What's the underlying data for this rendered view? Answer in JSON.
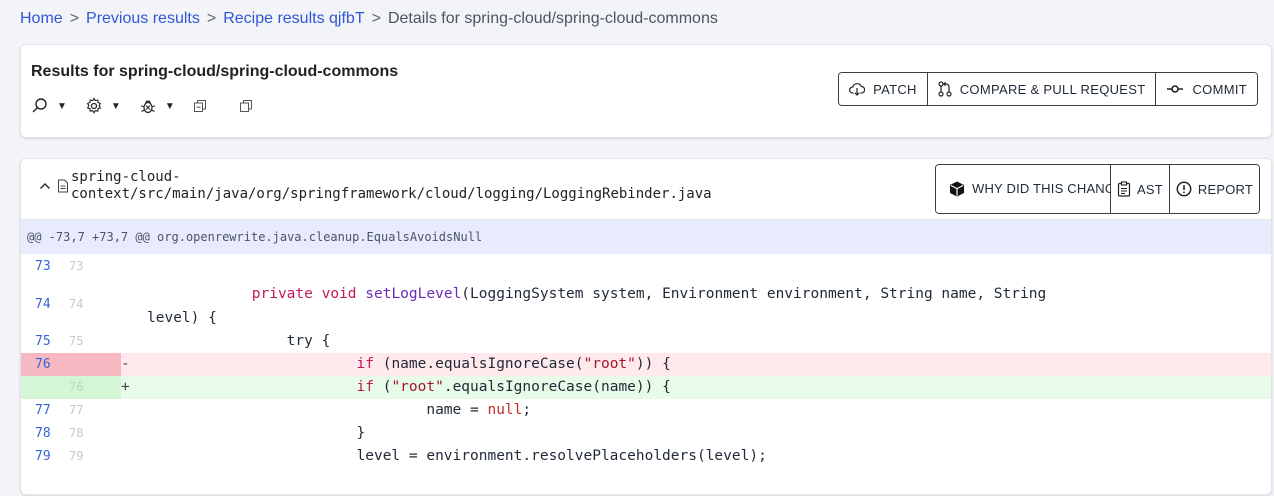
{
  "breadcrumb": {
    "home": "Home",
    "previous": "Previous results",
    "recipe": "Recipe results qjfbT",
    "current": "Details for spring-cloud/spring-cloud-commons",
    "sep": ">"
  },
  "results": {
    "title": "Results for spring-cloud/spring-cloud-commons",
    "tools": [
      "search-icon",
      "gear-icon",
      "bug-icon",
      "copy-icon",
      "copy-icon"
    ]
  },
  "actions": {
    "patch": "PATCH",
    "compare": "COMPARE & PULL REQUEST",
    "commit": "COMMIT"
  },
  "file": {
    "path_line1": "spring-cloud-",
    "path_line2": "context/src/main/java/org/springframework/cloud/logging/LoggingRebinder.java",
    "why": "WHY DID THIS CHANGE?",
    "ast": "AST",
    "report": "REPORT"
  },
  "hunk": {
    "header": "@@ -73,7 +73,7 @@ org.openrewrite.java.cleanup.EqualsAvoidsNull"
  },
  "lines": [
    {
      "old": "73",
      "new": "73",
      "marker": "",
      "text": ""
    },
    {
      "old": "74",
      "new": "74",
      "marker": "",
      "text_a": "            ",
      "kw": "private void ",
      "fn": "setLogLevel",
      "text_b": "(LoggingSystem system, Environment environment, String name, String",
      "wrap": "level) {"
    },
    {
      "old": "75",
      "new": "75",
      "marker": "",
      "text": "                try {"
    },
    {
      "old": "76",
      "new": "",
      "marker": "-",
      "pre": "                        ",
      "kw": "if",
      "mid": " (name.equalsIgnoreCase(",
      "str": "\"root\"",
      "post": ")) {"
    },
    {
      "old": "",
      "new": "76",
      "marker": "+",
      "pre": "                        ",
      "kw": "if",
      "mid": " (",
      "str": "\"root\"",
      "post": ".equalsIgnoreCase(name)) {"
    },
    {
      "old": "77",
      "new": "77",
      "marker": "",
      "pre": "                                name = ",
      "nl": "null",
      "post": ";"
    },
    {
      "old": "78",
      "new": "78",
      "marker": "",
      "text": "                        }"
    },
    {
      "old": "79",
      "new": "79",
      "marker": "",
      "text": "                        level = environment.resolvePlaceholders(level);"
    }
  ],
  "colors": {
    "link": "#2f57d6",
    "deleted_bg": "#ffe9ec",
    "added_bg": "#e8fbe9",
    "hunk_bg": "#e8ebfb"
  }
}
